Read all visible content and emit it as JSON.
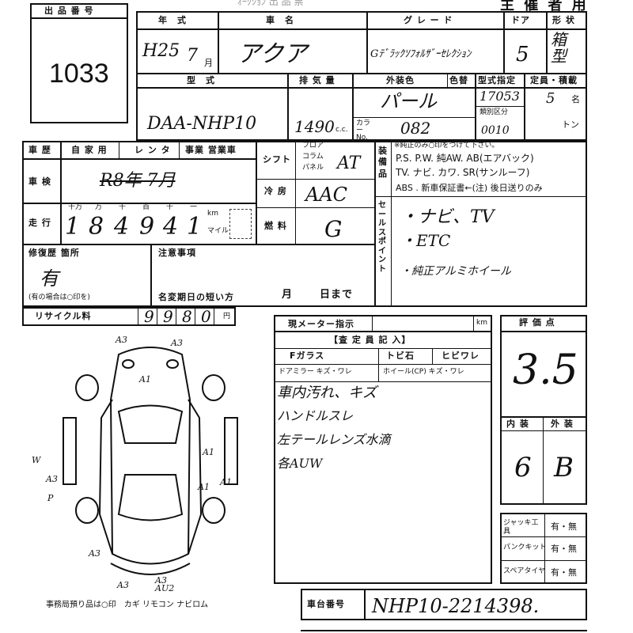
{
  "header": {
    "lot_no_label": "出 品 番 号",
    "lot_no": "1033",
    "top_center": "ｵｰｸｼｮﾝ 出 品 票",
    "top_right": "主 催 者 用"
  },
  "row1": {
    "year_label": "年　式",
    "car_name_label": "車　名",
    "grade_label": "グ レ ー ド",
    "door_label": "ドア",
    "shape_label": "形 状",
    "year_value": "H25",
    "month_value": "7",
    "month_unit": "月",
    "car_name_value": "アクア",
    "grade_value": "Gﾃﾞﾗｯｸｿﾌｫﾙｻﾞｰｾﾚｸｼｮﾝ",
    "door_value": "5",
    "shape_value": "箱型"
  },
  "row2": {
    "model_label": "型　式",
    "disp_label": "排 気 量",
    "color_label": "外装色",
    "color_sub_label": "色替",
    "designation_label": "型式指定",
    "capacity_label": "定員・積載",
    "model_value": "DAA-NHP10",
    "disp_value": "1490",
    "disp_unit": "c.c.",
    "color_value": "パール",
    "color_no_label": "カラー No.",
    "color_no_value": "082",
    "designation_value": "17053",
    "class_label": "類別区分",
    "class_value": "0010",
    "capacity_value": "5",
    "capacity_unit": "名",
    "ton_unit": "トン"
  },
  "history": {
    "label": "車 歴",
    "options": [
      "自 家 用",
      "レ ン タ",
      "事業 営業車"
    ]
  },
  "inspection": {
    "label": "車 検",
    "value": "R8年 7月"
  },
  "mileage": {
    "label": "走 行",
    "digit_labels": [
      "十万",
      "万",
      "千",
      "百",
      "十",
      "一"
    ],
    "digits": [
      "1",
      "8",
      "4",
      "9",
      "4",
      "1"
    ],
    "unit_km": "km",
    "unit_mile": "マイル"
  },
  "shift": {
    "label": "シフト",
    "options": [
      "フロア",
      "コラム",
      "パネル"
    ],
    "value": "AT"
  },
  "aircon": {
    "label": "冷 房",
    "value": "AAC"
  },
  "fuel": {
    "label": "燃 料",
    "value": "G"
  },
  "equipment": {
    "label": "装備品",
    "note": "※純正のみ○印をつけて下さい。",
    "line1": "P.S. P.W. 純AW. AB(エアバック)",
    "line2": "TV. ナビ. カワ. SR(サンルーフ)",
    "line3": "ABS . 新車保証書←(注) 後日送りのみ"
  },
  "sales_point": {
    "label": "セールスポイント",
    "items": [
      "・ナビ、TV",
      "・ETC",
      "・純正アルミホイール"
    ]
  },
  "repair": {
    "label": "修復歴 箇所",
    "value": "有",
    "note": "(有の場合は○印を)"
  },
  "notes": {
    "label": "注意事項",
    "deadline_label": "名変期日の短い方",
    "month_label": "月",
    "day_label": "日まで"
  },
  "recycle": {
    "label": "リサイクル料",
    "digits": [
      "9",
      "9",
      "8",
      "0"
    ],
    "unit": "円"
  },
  "meter": {
    "label": "現メーター指示",
    "unit": "km"
  },
  "inspector": {
    "label": "【査 定 員 記 入】",
    "windshield_label": "Fガラス",
    "chip_label": "トビ石",
    "crack_label": "ヒビワレ",
    "mirror_label": "ドアミラー キズ・ワレ",
    "wheel_label": "ホイール(CP) キズ・ワレ",
    "comments": [
      "車内汚れ、キズ",
      "ハンドルスレ",
      "左テールレンズ水滴",
      "各AUW"
    ]
  },
  "score": {
    "label": "評 価 点",
    "value": "3.5",
    "interior_label": "内 装",
    "exterior_label": "外 装",
    "interior_value": "6",
    "exterior_value": "B"
  },
  "tools": [
    {
      "label": "ジャッキ工具",
      "value": "有・無"
    },
    {
      "label": "パンクキット",
      "value": "有・無"
    },
    {
      "label": "スペアタイヤ",
      "value": "有・無"
    }
  ],
  "chassis": {
    "label": "車台番号",
    "value": "NHP10-2214398."
  },
  "diagram": {
    "marks": [
      "A3",
      "A3",
      "A1",
      "A1",
      "A1",
      "A1",
      "A3",
      "A3",
      "A3",
      "A3",
      "AU2",
      "W",
      "P"
    ]
  },
  "footer": {
    "note": "事務局預り品は○印　カギ リモコン ナビロム"
  }
}
